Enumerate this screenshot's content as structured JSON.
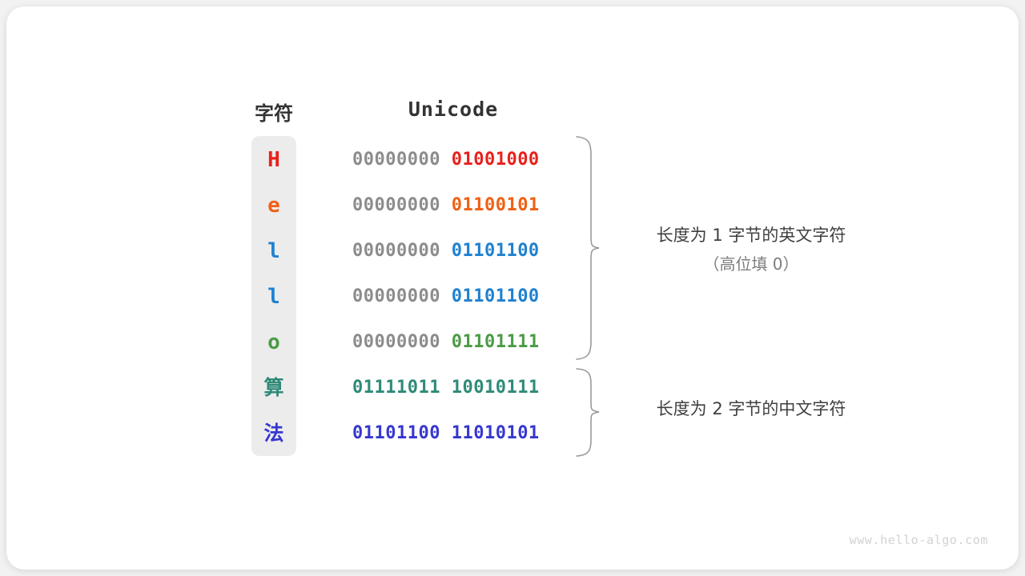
{
  "watermark": "www.hello-algo.com",
  "colors": {
    "card_bg": "#ffffff",
    "page_bg": "#f2f2f2",
    "char_block_bg": "#ececec",
    "zero_pad": "#8c8c8c",
    "brace": "#9a9a9a",
    "label_primary": "#3f3f3f",
    "label_secondary": "#7d7d7d",
    "header": "#333333",
    "watermark": "#d2d2d2"
  },
  "headers": {
    "char": "字符",
    "unicode": "Unicode"
  },
  "rows": [
    {
      "char": "H",
      "char_color": "#e8201c",
      "high_byte": "00000000",
      "high_color": "#8c8c8c",
      "low_byte": "01001000",
      "low_color": "#e8201c",
      "cjk": false
    },
    {
      "char": "e",
      "char_color": "#ef6014",
      "high_byte": "00000000",
      "high_color": "#8c8c8c",
      "low_byte": "01100101",
      "low_color": "#ef6014",
      "cjk": false
    },
    {
      "char": "l",
      "char_color": "#1f81d0",
      "high_byte": "00000000",
      "high_color": "#8c8c8c",
      "low_byte": "01101100",
      "low_color": "#1f81d0",
      "cjk": false
    },
    {
      "char": "l",
      "char_color": "#1f81d0",
      "high_byte": "00000000",
      "high_color": "#8c8c8c",
      "low_byte": "01101100",
      "low_color": "#1f81d0",
      "cjk": false
    },
    {
      "char": "o",
      "char_color": "#4b9b45",
      "high_byte": "00000000",
      "high_color": "#8c8c8c",
      "low_byte": "01101111",
      "low_color": "#4b9b45",
      "cjk": false
    },
    {
      "char": "算",
      "char_color": "#2f8a78",
      "high_byte": "01111011",
      "high_color": "#2f8a78",
      "low_byte": "10010111",
      "low_color": "#2f8a78",
      "cjk": true
    },
    {
      "char": "法",
      "char_color": "#3737d0",
      "high_byte": "01101100",
      "high_color": "#3737d0",
      "low_byte": "11010101",
      "low_color": "#3737d0",
      "cjk": true
    }
  ],
  "annotations": [
    {
      "line1": "长度为 1 字节的英文字符",
      "line2": "（高位填 0）"
    },
    {
      "line1": "长度为 2 字节的中文字符",
      "line2": ""
    }
  ]
}
